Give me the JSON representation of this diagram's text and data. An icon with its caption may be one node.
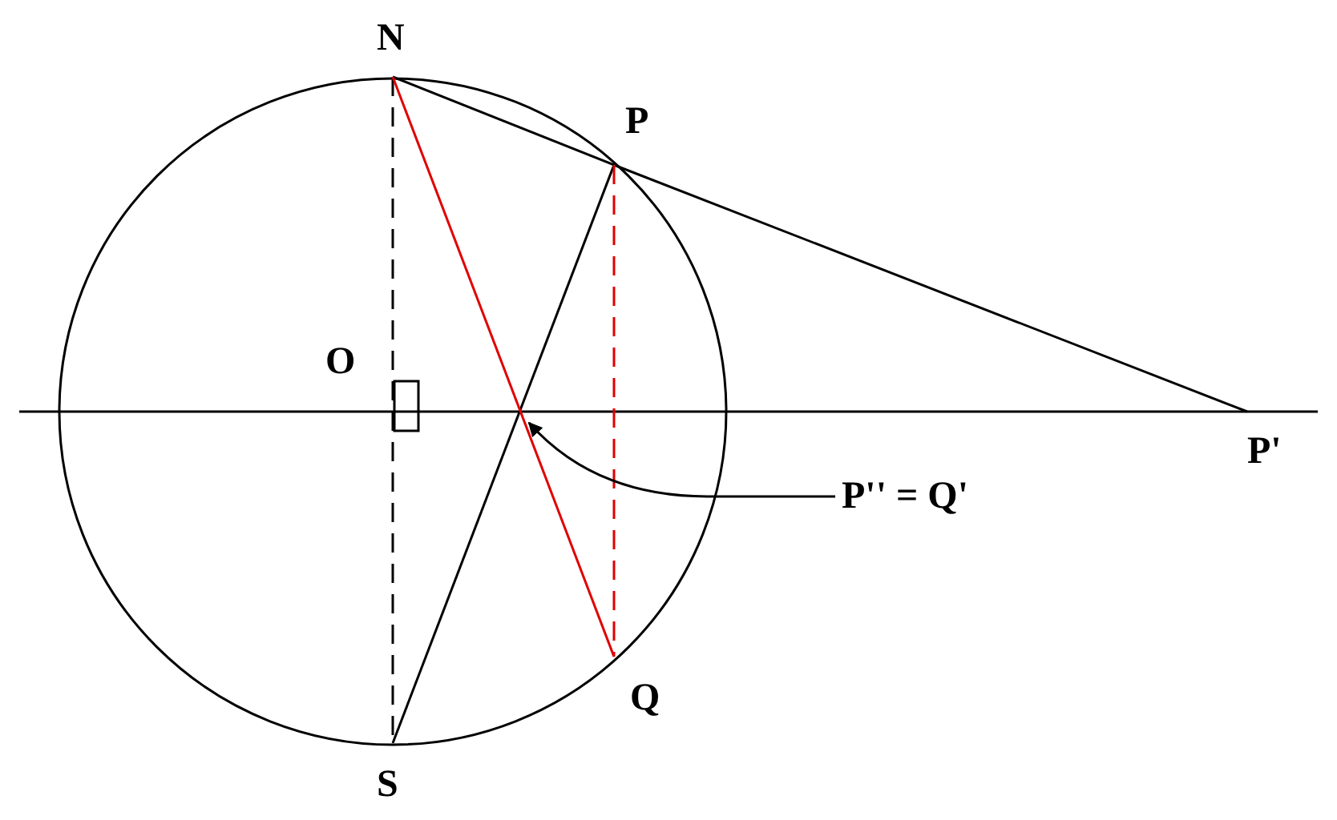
{
  "diagram": {
    "nodes": [
      {
        "text": [
          "N"
        ]
      },
      {
        "text": [
          "P"
        ]
      },
      {
        "text": [
          "P'"
        ]
      },
      {
        "text": [
          "Q"
        ]
      },
      {
        "text": [
          "S"
        ]
      },
      {
        "text": [
          "P'' = Q'"
        ]
      }
    ],
    "edges": [
      {
        "from": 0,
        "to": 1,
        "arrow": "none"
      },
      {
        "from": 1,
        "to": 2,
        "arrow": "none"
      },
      {
        "from": 0,
        "to": 4,
        "arrow": "none",
        "style": "dashed"
      },
      {
        "from": 4,
        "to": 1,
        "arrow": "none"
      },
      {
        "from": 0,
        "to": 3,
        "arrow": "none",
        "color": "#e00000"
      },
      {
        "from": 1,
        "to": 3,
        "arrow": "none",
        "style": "dashed",
        "color": "#e00000"
      },
      {
        "from": 5,
        "to": null,
        "arrow": "to"
      }
    ],
    "labels": [
      "O"
    ]
  }
}
